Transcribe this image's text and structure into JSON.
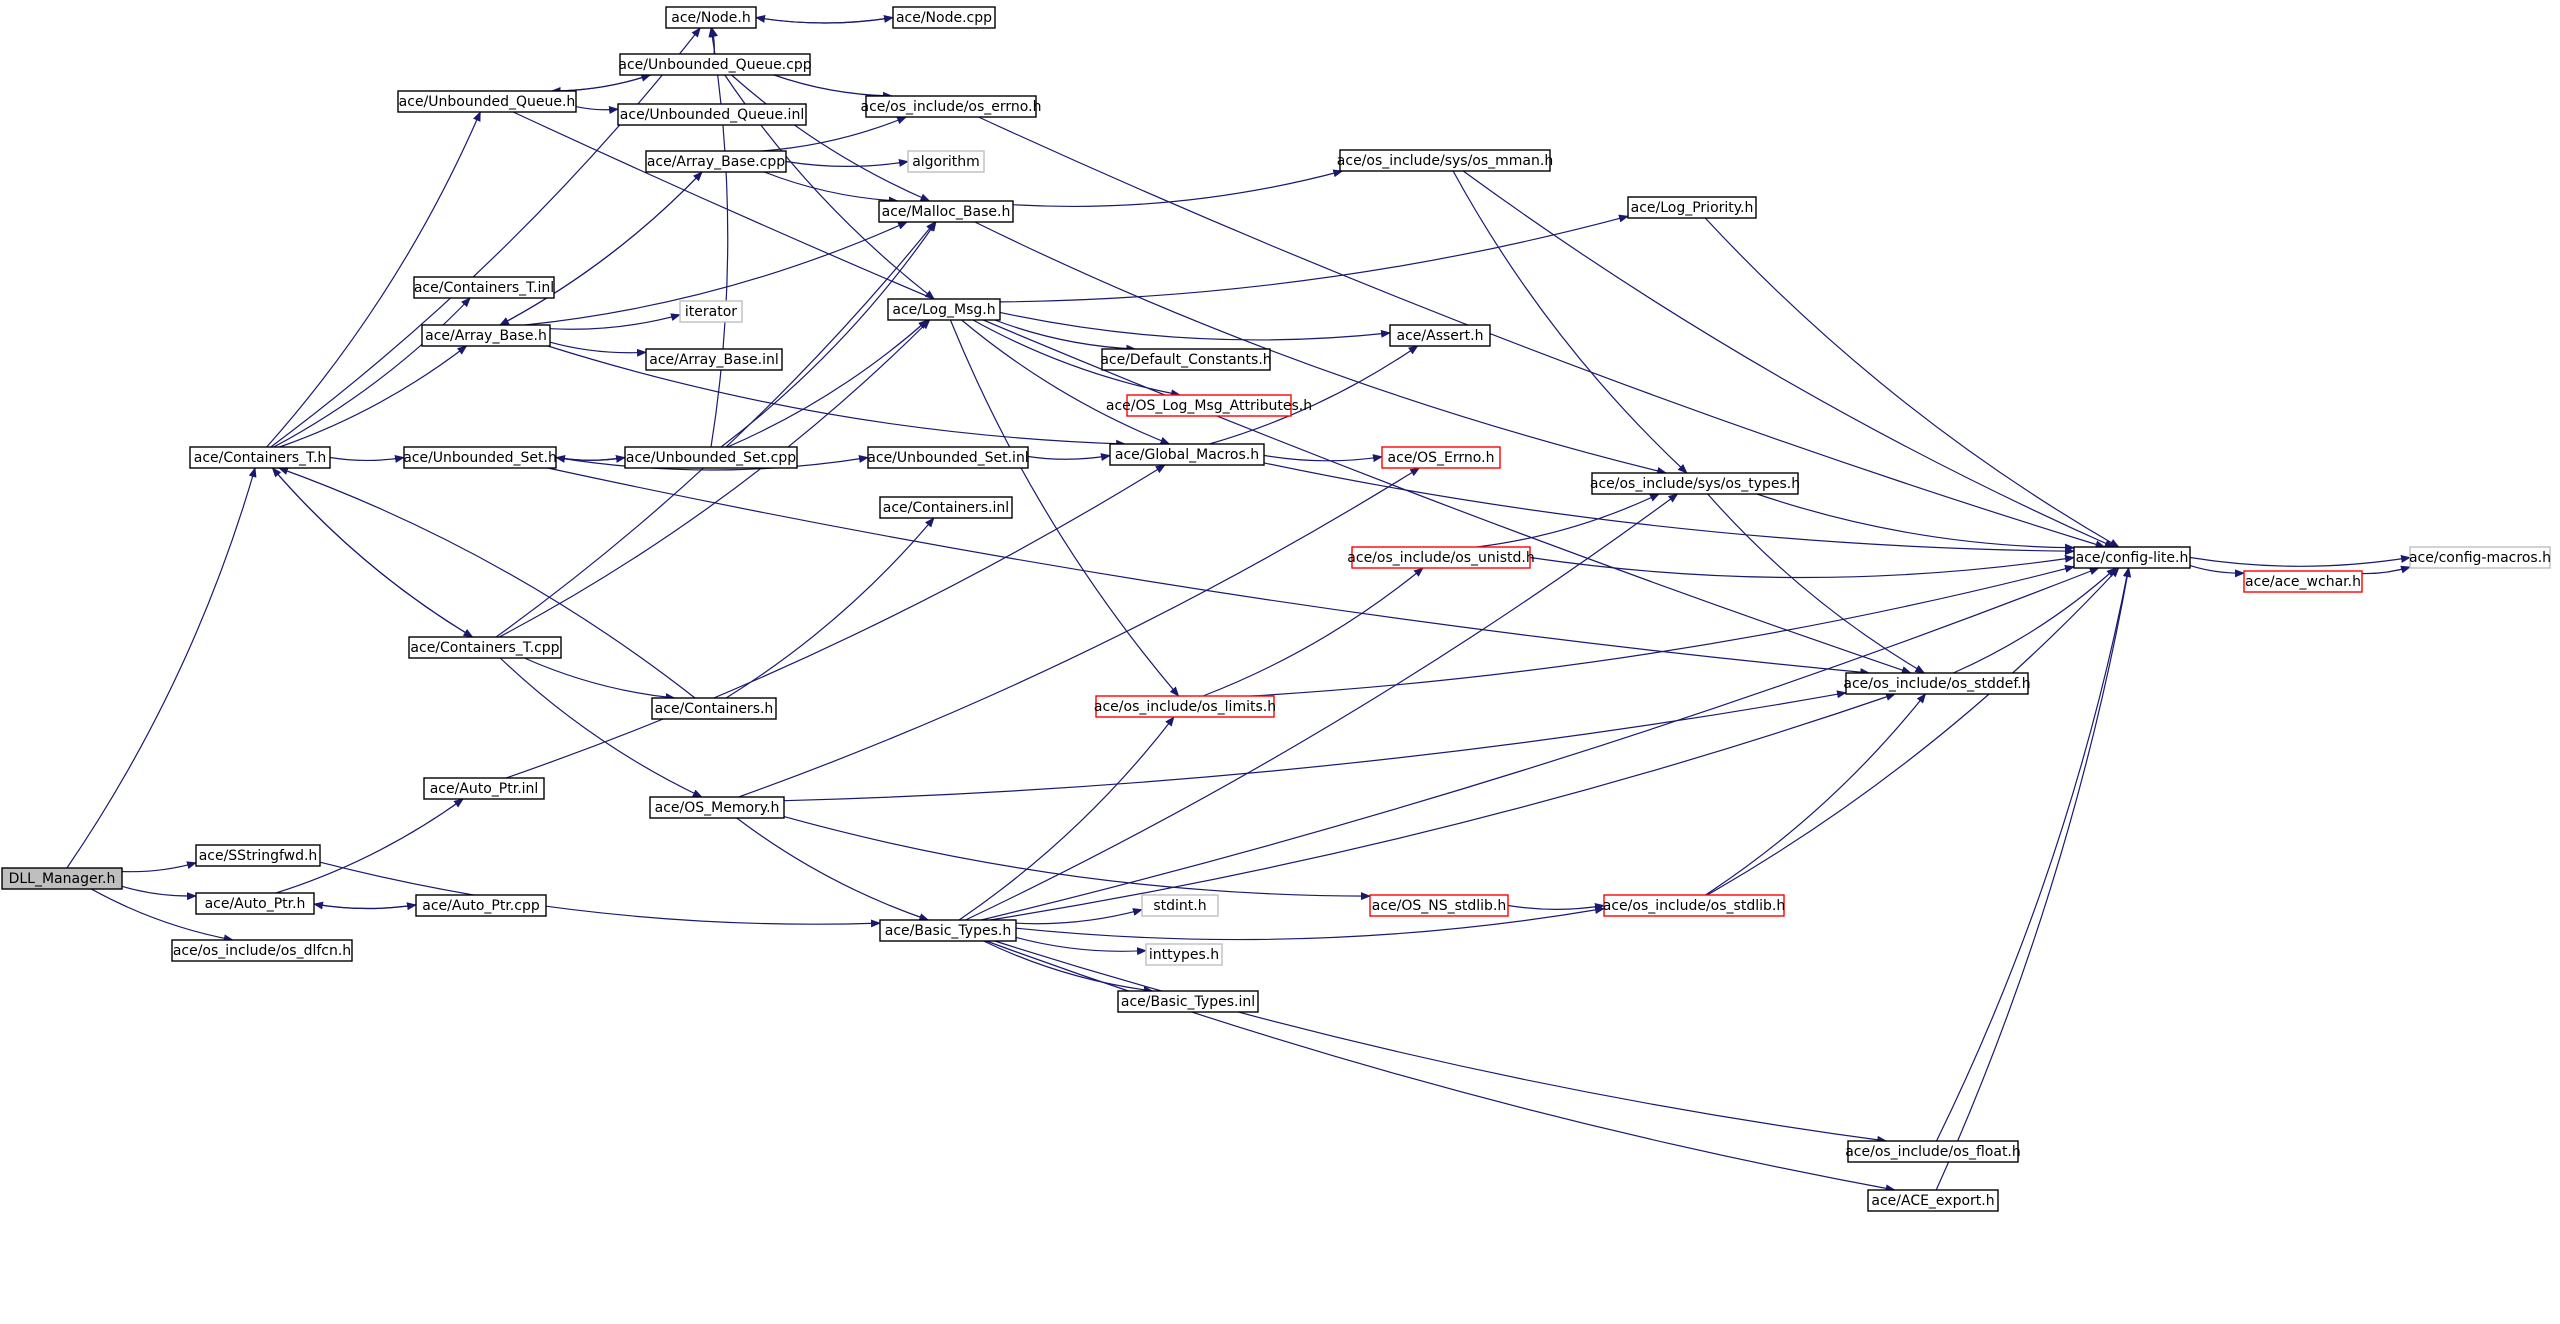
{
  "colors": {
    "edge": "#191970",
    "node_border_default": "#000000",
    "node_border_truncated": "#ff0000",
    "node_border_external": "#bfbfbf",
    "root_fill": "#bfbfbf",
    "node_fill": "#ffffff"
  },
  "nodes": [
    {
      "id": "dll_manager",
      "label": "DLL_Manager.h",
      "kind": "root"
    },
    {
      "id": "containers_t_h",
      "label": "ace/Containers_T.h",
      "kind": "normal"
    },
    {
      "id": "sstringfwd",
      "label": "ace/SStringfwd.h",
      "kind": "normal"
    },
    {
      "id": "auto_ptr_h",
      "label": "ace/Auto_Ptr.h",
      "kind": "normal"
    },
    {
      "id": "os_dlfcn",
      "label": "ace/os_include/os_dlfcn.h",
      "kind": "normal"
    },
    {
      "id": "node_h",
      "label": "ace/Node.h",
      "kind": "normal"
    },
    {
      "id": "node_cpp",
      "label": "ace/Node.cpp",
      "kind": "normal"
    },
    {
      "id": "unbounded_queue_h",
      "label": "ace/Unbounded_Queue.h",
      "kind": "normal"
    },
    {
      "id": "unbounded_queue_cpp",
      "label": "ace/Unbounded_Queue.cpp",
      "kind": "normal"
    },
    {
      "id": "unbounded_queue_inl",
      "label": "ace/Unbounded_Queue.inl",
      "kind": "normal"
    },
    {
      "id": "os_errno",
      "label": "ace/os_include/os_errno.h",
      "kind": "normal"
    },
    {
      "id": "array_base_cpp",
      "label": "ace/Array_Base.cpp",
      "kind": "normal"
    },
    {
      "id": "algorithm",
      "label": "algorithm",
      "kind": "external"
    },
    {
      "id": "os_mman",
      "label": "ace/os_include/sys/os_mman.h",
      "kind": "normal"
    },
    {
      "id": "malloc_base",
      "label": "ace/Malloc_Base.h",
      "kind": "normal"
    },
    {
      "id": "log_priority",
      "label": "ace/Log_Priority.h",
      "kind": "normal"
    },
    {
      "id": "containers_t_inl",
      "label": "ace/Containers_T.inl",
      "kind": "normal"
    },
    {
      "id": "log_msg",
      "label": "ace/Log_Msg.h",
      "kind": "normal"
    },
    {
      "id": "iterator",
      "label": "iterator",
      "kind": "external"
    },
    {
      "id": "array_base_h",
      "label": "ace/Array_Base.h",
      "kind": "normal"
    },
    {
      "id": "array_base_inl",
      "label": "ace/Array_Base.inl",
      "kind": "normal"
    },
    {
      "id": "assert_h",
      "label": "ace/Assert.h",
      "kind": "normal"
    },
    {
      "id": "default_constants",
      "label": "ace/Default_Constants.h",
      "kind": "normal"
    },
    {
      "id": "os_log_msg_attr",
      "label": "ace/OS_Log_Msg_Attributes.h",
      "kind": "truncated"
    },
    {
      "id": "unbounded_set_h",
      "label": "ace/Unbounded_Set.h",
      "kind": "normal"
    },
    {
      "id": "unbounded_set_cpp",
      "label": "ace/Unbounded_Set.cpp",
      "kind": "normal"
    },
    {
      "id": "unbounded_set_inl",
      "label": "ace/Unbounded_Set.inl",
      "kind": "normal"
    },
    {
      "id": "global_macros",
      "label": "ace/Global_Macros.h",
      "kind": "normal"
    },
    {
      "id": "os_errno_cap",
      "label": "ace/OS_Errno.h",
      "kind": "truncated"
    },
    {
      "id": "os_types",
      "label": "ace/os_include/sys/os_types.h",
      "kind": "normal"
    },
    {
      "id": "containers_inl",
      "label": "ace/Containers.inl",
      "kind": "normal"
    },
    {
      "id": "os_unistd",
      "label": "ace/os_include/os_unistd.h",
      "kind": "truncated"
    },
    {
      "id": "config_lite",
      "label": "ace/config-lite.h",
      "kind": "normal"
    },
    {
      "id": "config_macros",
      "label": "ace/config-macros.h",
      "kind": "external"
    },
    {
      "id": "ace_wchar",
      "label": "ace/ace_wchar.h",
      "kind": "truncated"
    },
    {
      "id": "containers_t_cpp",
      "label": "ace/Containers_T.cpp",
      "kind": "normal"
    },
    {
      "id": "containers_h",
      "label": "ace/Containers.h",
      "kind": "normal"
    },
    {
      "id": "os_limits",
      "label": "ace/os_include/os_limits.h",
      "kind": "truncated"
    },
    {
      "id": "os_stddef",
      "label": "ace/os_include/os_stddef.h",
      "kind": "normal"
    },
    {
      "id": "auto_ptr_inl",
      "label": "ace/Auto_Ptr.inl",
      "kind": "normal"
    },
    {
      "id": "os_memory",
      "label": "ace/OS_Memory.h",
      "kind": "normal"
    },
    {
      "id": "auto_ptr_cpp",
      "label": "ace/Auto_Ptr.cpp",
      "kind": "normal"
    },
    {
      "id": "stdint",
      "label": "stdint.h",
      "kind": "external"
    },
    {
      "id": "os_ns_stdlib",
      "label": "ace/OS_NS_stdlib.h",
      "kind": "truncated"
    },
    {
      "id": "os_stdlib",
      "label": "ace/os_include/os_stdlib.h",
      "kind": "truncated"
    },
    {
      "id": "basic_types_h",
      "label": "ace/Basic_Types.h",
      "kind": "normal"
    },
    {
      "id": "inttypes",
      "label": "inttypes.h",
      "kind": "external"
    },
    {
      "id": "basic_types_inl",
      "label": "ace/Basic_Types.inl",
      "kind": "normal"
    },
    {
      "id": "os_float",
      "label": "ace/os_include/os_float.h",
      "kind": "normal"
    },
    {
      "id": "ace_export",
      "label": "ace/ACE_export.h",
      "kind": "normal"
    }
  ],
  "edges": [
    [
      "dll_manager",
      "containers_t_h"
    ],
    [
      "dll_manager",
      "sstringfwd"
    ],
    [
      "dll_manager",
      "auto_ptr_h"
    ],
    [
      "dll_manager",
      "os_dlfcn"
    ],
    [
      "containers_t_h",
      "node_h"
    ],
    [
      "containers_t_h",
      "unbounded_queue_h"
    ],
    [
      "containers_t_h",
      "containers_t_inl"
    ],
    [
      "containers_t_h",
      "array_base_h"
    ],
    [
      "containers_t_h",
      "unbounded_set_h"
    ],
    [
      "containers_t_h",
      "containers_t_cpp"
    ],
    [
      "node_h",
      "node_cpp"
    ],
    [
      "node_cpp",
      "node_h"
    ],
    [
      "unbounded_queue_h",
      "unbounded_queue_cpp"
    ],
    [
      "unbounded_queue_h",
      "unbounded_queue_inl"
    ],
    [
      "unbounded_queue_h",
      "os_stddef"
    ],
    [
      "unbounded_queue_cpp",
      "unbounded_queue_h"
    ],
    [
      "unbounded_queue_cpp",
      "node_h"
    ],
    [
      "unbounded_queue_cpp",
      "os_errno"
    ],
    [
      "unbounded_queue_cpp",
      "malloc_base"
    ],
    [
      "unbounded_queue_cpp",
      "log_msg"
    ],
    [
      "os_errno",
      "config_lite"
    ],
    [
      "array_base_h",
      "array_base_cpp"
    ],
    [
      "array_base_h",
      "malloc_base"
    ],
    [
      "array_base_h",
      "iterator"
    ],
    [
      "array_base_h",
      "array_base_inl"
    ],
    [
      "array_base_h",
      "global_macros"
    ],
    [
      "array_base_cpp",
      "array_base_h"
    ],
    [
      "array_base_cpp",
      "os_errno"
    ],
    [
      "array_base_cpp",
      "algorithm"
    ],
    [
      "array_base_cpp",
      "malloc_base"
    ],
    [
      "malloc_base",
      "os_mman"
    ],
    [
      "malloc_base",
      "os_types"
    ],
    [
      "os_mman",
      "os_types"
    ],
    [
      "os_mman",
      "config_lite"
    ],
    [
      "log_priority",
      "config_lite"
    ],
    [
      "log_msg",
      "log_priority"
    ],
    [
      "log_msg",
      "assert_h"
    ],
    [
      "log_msg",
      "default_constants"
    ],
    [
      "log_msg",
      "os_log_msg_attr"
    ],
    [
      "log_msg",
      "global_macros"
    ],
    [
      "log_msg",
      "os_limits"
    ],
    [
      "unbounded_set_h",
      "unbounded_set_cpp"
    ],
    [
      "unbounded_set_h",
      "unbounded_set_inl"
    ],
    [
      "unbounded_set_h",
      "os_stddef"
    ],
    [
      "unbounded_set_cpp",
      "unbounded_set_h"
    ],
    [
      "unbounded_set_cpp",
      "log_msg"
    ],
    [
      "unbounded_set_cpp",
      "malloc_base"
    ],
    [
      "unbounded_set_cpp",
      "node_h"
    ],
    [
      "unbounded_set_inl",
      "global_macros"
    ],
    [
      "global_macros",
      "assert_h"
    ],
    [
      "global_macros",
      "os_errno_cap"
    ],
    [
      "global_macros",
      "config_lite"
    ],
    [
      "os_types",
      "config_lite"
    ],
    [
      "os_types",
      "os_stddef"
    ],
    [
      "os_unistd",
      "os_types"
    ],
    [
      "os_unistd",
      "config_lite"
    ],
    [
      "config_lite",
      "config_macros"
    ],
    [
      "config_lite",
      "ace_wchar"
    ],
    [
      "ace_wchar",
      "config_macros"
    ],
    [
      "containers_t_cpp",
      "log_msg"
    ],
    [
      "containers_t_cpp",
      "malloc_base"
    ],
    [
      "containers_t_cpp",
      "containers_h"
    ],
    [
      "containers_t_cpp",
      "os_memory"
    ],
    [
      "containers_t_cpp",
      "containers_t_h"
    ],
    [
      "containers_h",
      "containers_t_h"
    ],
    [
      "containers_h",
      "containers_inl"
    ],
    [
      "os_limits",
      "os_unistd"
    ],
    [
      "os_limits",
      "config_lite"
    ],
    [
      "os_stddef",
      "config_lite"
    ],
    [
      "auto_ptr_h",
      "auto_ptr_inl"
    ],
    [
      "auto_ptr_h",
      "auto_ptr_cpp"
    ],
    [
      "auto_ptr_cpp",
      "auto_ptr_h"
    ],
    [
      "auto_ptr_inl",
      "global_macros"
    ],
    [
      "sstringfwd",
      "basic_types_h"
    ],
    [
      "os_memory",
      "os_errno_cap"
    ],
    [
      "os_memory",
      "os_stddef"
    ],
    [
      "os_memory",
      "os_ns_stdlib"
    ],
    [
      "os_memory",
      "basic_types_h"
    ],
    [
      "os_ns_stdlib",
      "os_stdlib"
    ],
    [
      "os_stdlib",
      "os_stddef"
    ],
    [
      "os_stdlib",
      "config_lite"
    ],
    [
      "basic_types_h",
      "os_limits"
    ],
    [
      "basic_types_h",
      "os_types"
    ],
    [
      "basic_types_h",
      "stdint"
    ],
    [
      "basic_types_h",
      "inttypes"
    ],
    [
      "basic_types_h",
      "basic_types_inl"
    ],
    [
      "basic_types_h",
      "os_stdlib"
    ],
    [
      "basic_types_h",
      "os_stddef"
    ],
    [
      "basic_types_h",
      "config_lite"
    ],
    [
      "basic_types_h",
      "os_float"
    ],
    [
      "basic_types_h",
      "ace_export"
    ],
    [
      "os_float",
      "config_lite"
    ],
    [
      "ace_export",
      "config_lite"
    ]
  ]
}
